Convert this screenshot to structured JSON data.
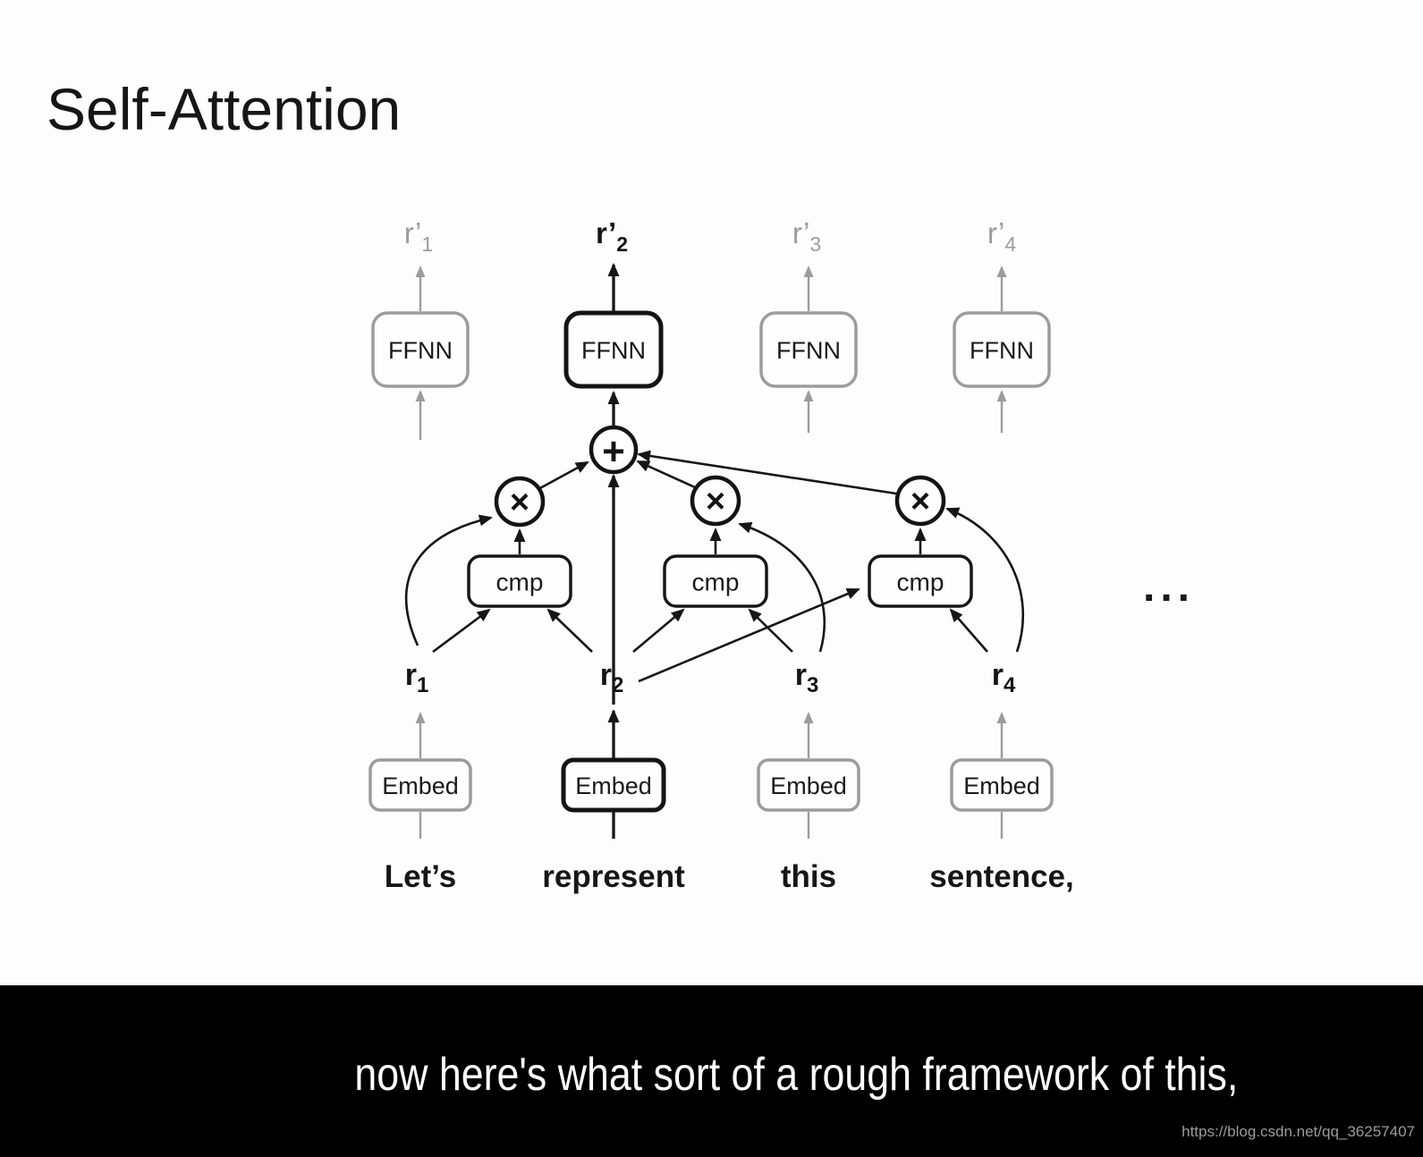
{
  "title": "Self-Attention",
  "diagram": {
    "columns": [
      {
        "word": "Let’s",
        "embed": "Embed",
        "ffnn": "FFNN",
        "r": "r",
        "r_sub": "1",
        "r_out": "r’",
        "r_out_sub": "1"
      },
      {
        "word": "represent",
        "embed": "Embed",
        "ffnn": "FFNN",
        "r": "r",
        "r_sub": "2",
        "r_out": "r’",
        "r_out_sub": "2"
      },
      {
        "word": "this",
        "embed": "Embed",
        "ffnn": "FFNN",
        "r": "r",
        "r_sub": "3",
        "r_out": "r’",
        "r_out_sub": "3"
      },
      {
        "word": "sentence,",
        "embed": "Embed",
        "ffnn": "FFNN",
        "r": "r",
        "r_sub": "4",
        "r_out": "r’",
        "r_out_sub": "4"
      }
    ],
    "cmp_labels": [
      "cmp",
      "cmp",
      "cmp"
    ],
    "plus_symbol": "+",
    "times_symbol": "×",
    "ellipsis": "...",
    "colors": {
      "emphasis": "#141414",
      "muted": "#9c9c9c"
    }
  },
  "subtitle": "now here's what sort of a rough framework of this,",
  "watermark": "https://blog.csdn.net/qq_36257407"
}
